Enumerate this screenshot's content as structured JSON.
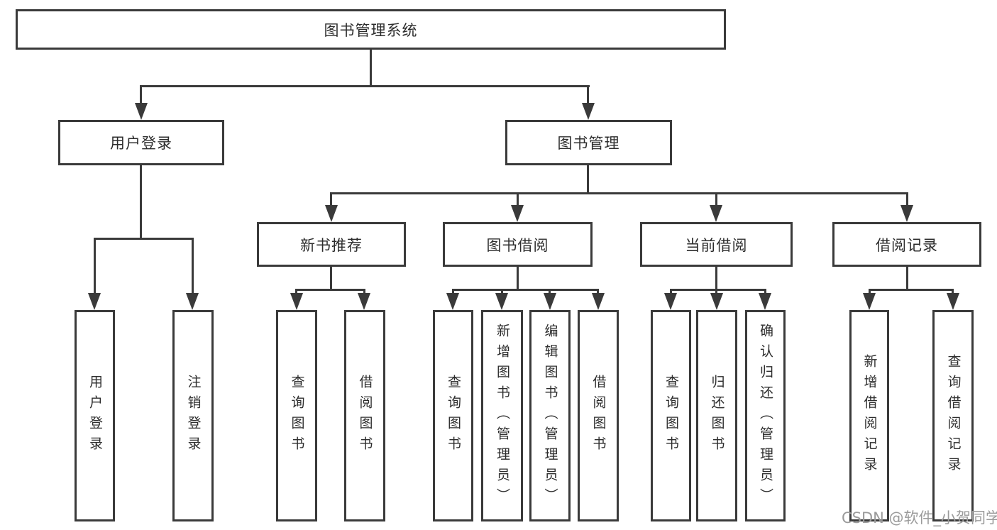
{
  "tree": {
    "label": "图书管理系统",
    "children": [
      {
        "label": "用户登录",
        "children": [
          {
            "label": "用户登录"
          },
          {
            "label": "注销登录"
          }
        ]
      },
      {
        "label": "图书管理",
        "children": [
          {
            "label": "新书推荐",
            "children": [
              {
                "label": "查询图书"
              },
              {
                "label": "借阅图书"
              }
            ]
          },
          {
            "label": "图书借阅",
            "children": [
              {
                "label": "查询图书"
              },
              {
                "label": "新增图书（管理员）"
              },
              {
                "label": "编辑图书（管理员）"
              },
              {
                "label": "借阅图书"
              }
            ]
          },
          {
            "label": "当前借阅",
            "children": [
              {
                "label": "查询图书"
              },
              {
                "label": "归还图书"
              },
              {
                "label": "确认归还（管理员）"
              }
            ]
          },
          {
            "label": "借阅记录",
            "children": [
              {
                "label": "新增借阅记录"
              },
              {
                "label": "查询借阅记录"
              }
            ]
          }
        ]
      }
    ]
  },
  "watermark": {
    "text": "CSDN @软件_小贺同学"
  },
  "colors": {
    "line": "#3a3a3a",
    "text": "#2d2d2d",
    "watermark": "#9b9b9b",
    "background": "#ffffff"
  }
}
